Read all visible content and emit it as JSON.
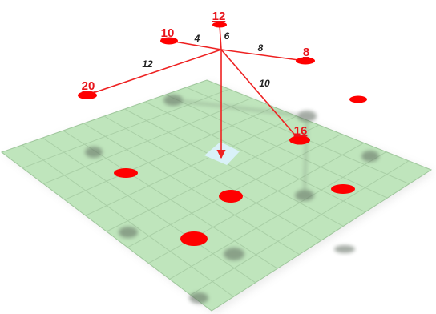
{
  "colors": {
    "board_fill": "#bfe5bc",
    "grid_line": "#a9cfa6",
    "board_edge": "#9fc79c",
    "target_cell": "#d9f1f8",
    "node_fill": "#ff0000",
    "edge_line": "#ee2222",
    "label_red": "#e8141b",
    "label_dark": "#222222"
  },
  "board": {
    "grid_divisions": 10
  },
  "nodes": [
    {
      "id": "n12",
      "label": "12"
    },
    {
      "id": "n10",
      "label": "10"
    },
    {
      "id": "n8",
      "label": "8"
    },
    {
      "id": "n20",
      "label": "20"
    },
    {
      "id": "n16",
      "label": "16"
    },
    {
      "id": "n-unlabeled",
      "label": ""
    }
  ],
  "edges": [
    {
      "id": "e-n10",
      "to": "n10",
      "label": "4"
    },
    {
      "id": "e-n12",
      "to": "n12",
      "label": "6"
    },
    {
      "id": "e-n8",
      "to": "n8",
      "label": "8"
    },
    {
      "id": "e-n20",
      "to": "n20",
      "label": "12"
    },
    {
      "id": "e-n16",
      "to": "n16",
      "label": "10"
    },
    {
      "id": "e-down",
      "to": "target-cell",
      "label": ""
    }
  ],
  "floor_markers": [
    {
      "id": "m1"
    },
    {
      "id": "m2"
    },
    {
      "id": "m3"
    },
    {
      "id": "m4"
    }
  ]
}
